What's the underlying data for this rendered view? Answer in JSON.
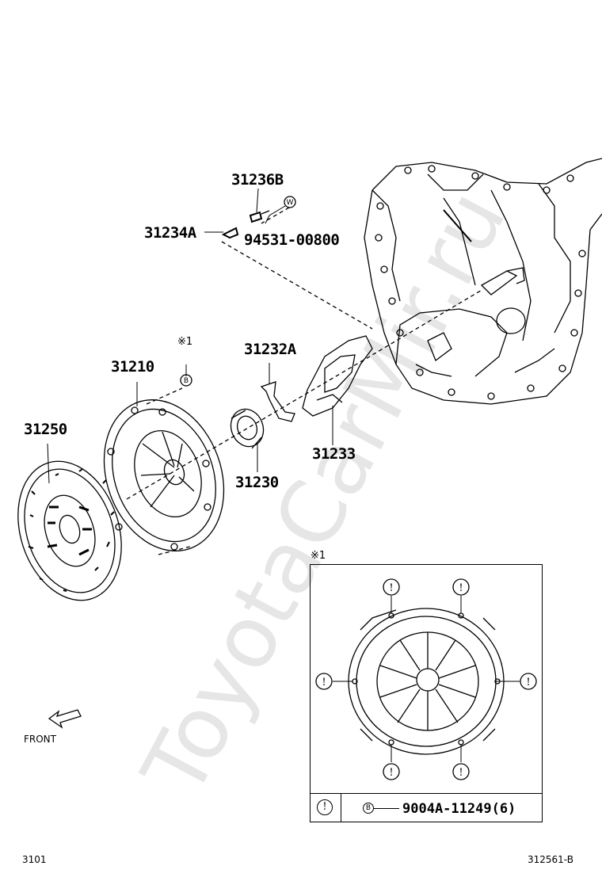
{
  "labels": {
    "p31236B": "31236B",
    "p31234A": "31234A",
    "p94531": "94531-00800",
    "p31232A": "31232A",
    "p31210": "31210",
    "p31250": "31250",
    "p31233": "31233",
    "p31230": "31230"
  },
  "markers": {
    "note_ref": "※1",
    "bolt_letter": "B",
    "w_letter": "W",
    "circle_one": "!"
  },
  "front": "FRONT",
  "inset": {
    "title": "※1",
    "legend_marker": "!",
    "bolt_letter": "B",
    "part": "9004A-11249(6)"
  },
  "footer": {
    "left": "3101",
    "right": "312561-B"
  },
  "watermark": "ToyotaCarMir.ru"
}
